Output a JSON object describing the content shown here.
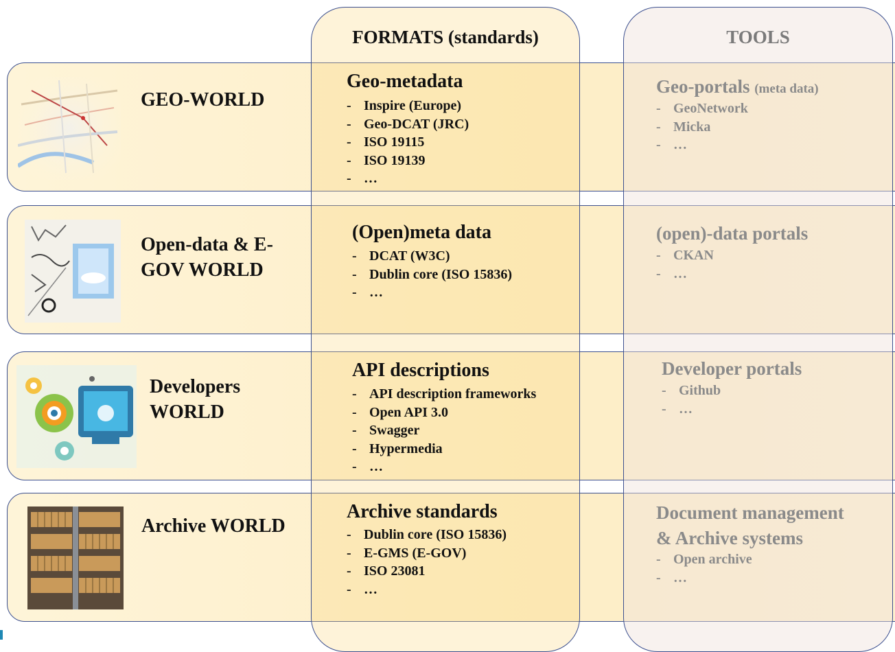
{
  "columns": {
    "formats_title": "FORMATS (standards)",
    "tools_title": "TOOLS"
  },
  "rows": [
    {
      "world": "GEO-WORLD",
      "image": "map-icon",
      "formats": {
        "title": "Geo-metadata",
        "items": [
          "Inspire (Europe)",
          "Geo-DCAT (JRC)",
          "ISO 19115",
          "ISO 19139",
          "…"
        ]
      },
      "tools": {
        "title": "Geo-portals",
        "title_suffix": "(meta data)",
        "items": [
          "GeoNetwork",
          "Micka",
          "…"
        ]
      }
    },
    {
      "world": "Open-data & E-GOV WORLD",
      "world_lines": [
        "Open-data & E-",
        "GOV WORLD"
      ],
      "image": "open-data-sketch-icon",
      "formats": {
        "title": "(Open)meta data",
        "items": [
          "DCAT (W3C)",
          "Dublin core (ISO 15836)",
          "…"
        ]
      },
      "tools": {
        "title": "(open)-data portals",
        "items": [
          "CKAN",
          "…"
        ]
      }
    },
    {
      "world": "Developers WORLD",
      "world_lines": [
        "Developers",
        "WORLD"
      ],
      "image": "gears-computer-icon",
      "formats": {
        "title": "API descriptions",
        "items": [
          "API description frameworks",
          "Open API 3.0",
          "Swagger",
          "Hypermedia",
          "…"
        ]
      },
      "tools": {
        "title": "Developer portals",
        "items": [
          "Github",
          "…"
        ]
      }
    },
    {
      "world": "Archive WORLD",
      "image": "archive-shelves-icon",
      "formats": {
        "title": "Archive standards",
        "items": [
          "Dublin core (ISO 15836)",
          "E-GMS (E-GOV)",
          "ISO 23081",
          "…"
        ]
      },
      "tools": {
        "title": "Document management & Archive systems",
        "title_lines": [
          "Document management",
          "& Archive systems"
        ],
        "items": [
          "Open archive",
          "…"
        ]
      }
    }
  ]
}
